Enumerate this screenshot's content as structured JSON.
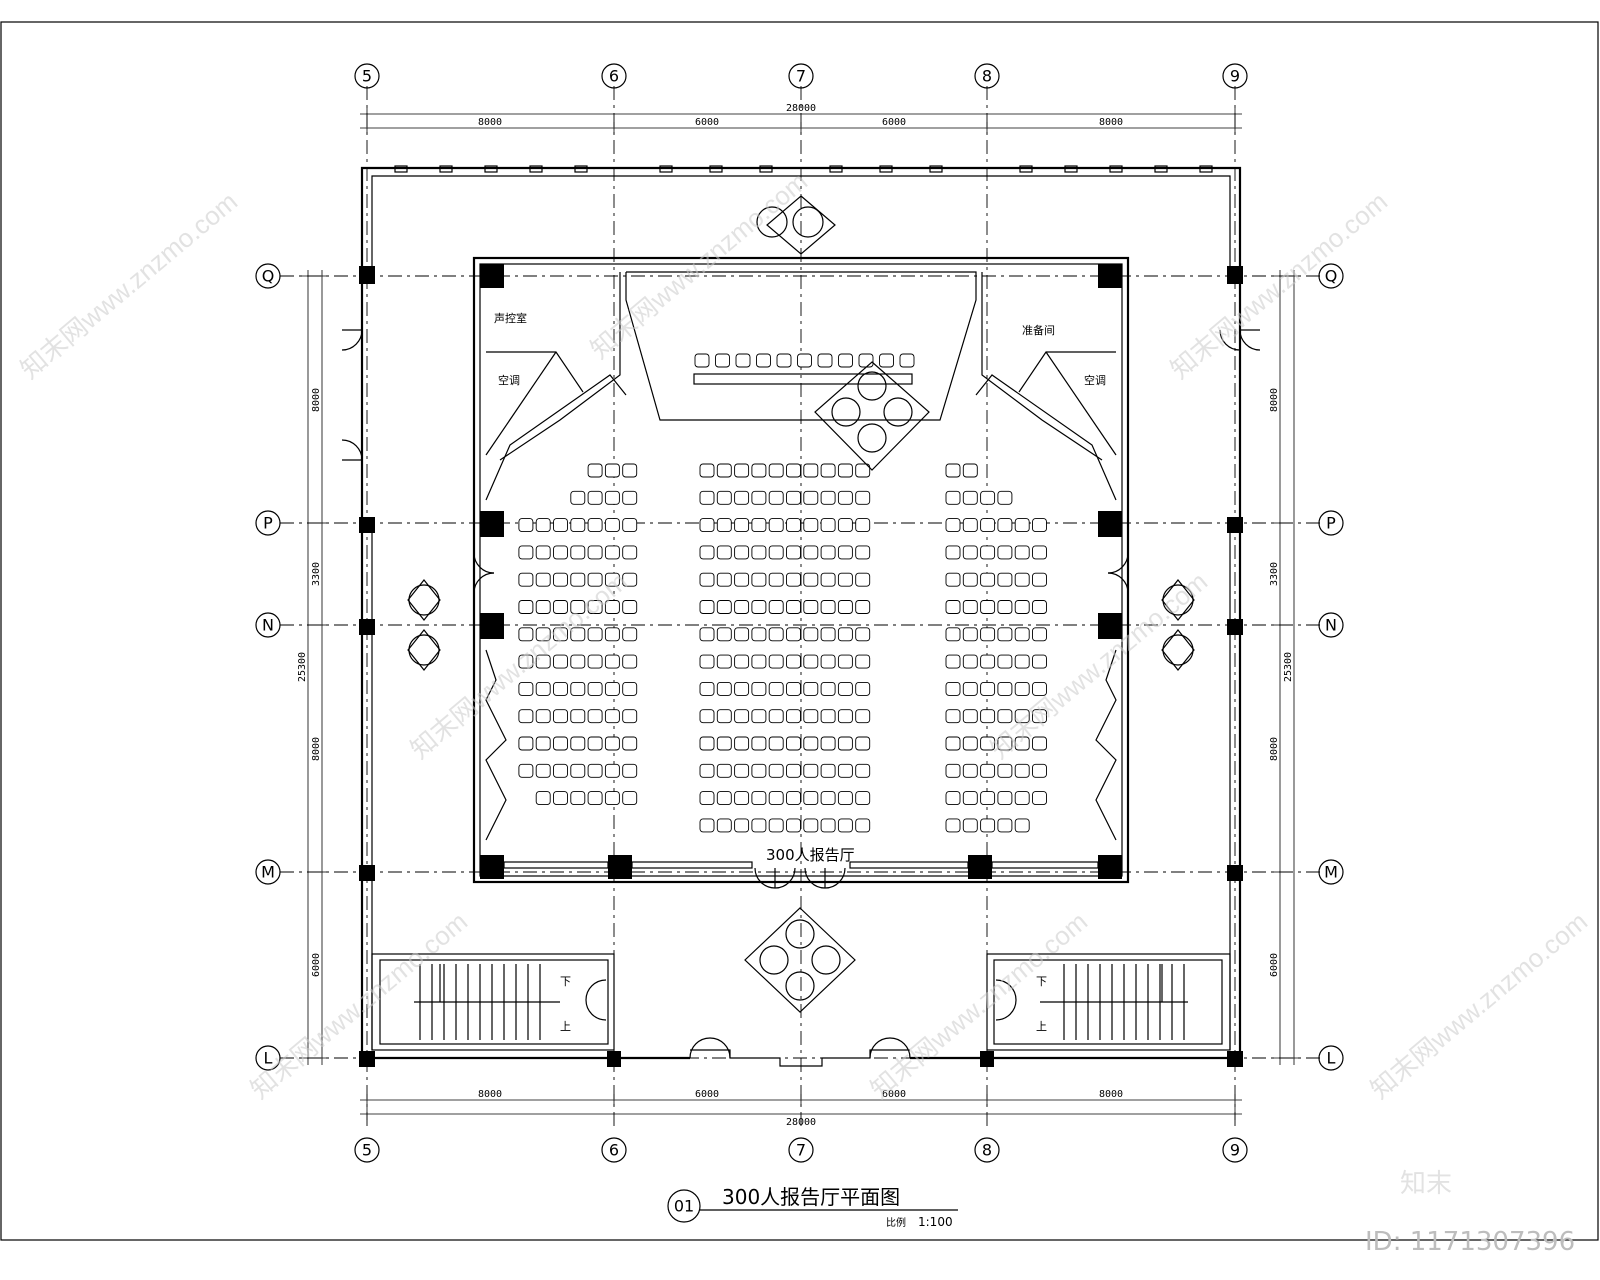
{
  "grid_top": [
    "5",
    "6",
    "7",
    "8",
    "9"
  ],
  "grid_bottom": [
    "5",
    "6",
    "7",
    "8",
    "9"
  ],
  "grid_left": [
    "Q",
    "P",
    "N",
    "M",
    "L"
  ],
  "grid_right": [
    "Q",
    "P",
    "N",
    "M",
    "L"
  ],
  "dims_top": [
    "8000",
    "6000",
    "6000",
    "8000"
  ],
  "dims_top_total": "28000",
  "dims_bottom": [
    "8000",
    "6000",
    "6000",
    "8000"
  ],
  "dims_bottom_total": "28000",
  "dims_left": [
    "8000",
    "3300",
    "8000",
    "6000"
  ],
  "dims_left_total": "25300",
  "dims_right": [
    "8000",
    "3300",
    "8000",
    "6000"
  ],
  "dims_right_total": "25300",
  "rooms": {
    "control_room": "声控室",
    "ac_left": "空调",
    "prep_room": "准备间",
    "ac_right": "空调",
    "hall_label": "300人报告厅",
    "stair_down_left": "下",
    "stair_up_left": "上",
    "stair_down_right": "下",
    "stair_up_right": "上"
  },
  "title_block": {
    "number": "01",
    "title": "300人报告厅平面图",
    "scale_label": "比例",
    "scale_value": "1:100"
  },
  "watermark": {
    "logo": "知末",
    "id_text": "ID: 1171307396",
    "site": "知末网www.znzmo.com"
  },
  "seating": {
    "front_row_count": 11,
    "left_block_rows": [
      3,
      4,
      7,
      7,
      7,
      7,
      7,
      7,
      7,
      7,
      7,
      7,
      6
    ],
    "center_block_rows": [
      10,
      10,
      10,
      10,
      10,
      10,
      10,
      10,
      10,
      10,
      10,
      10,
      10,
      10
    ],
    "right_block_rows": [
      2,
      4,
      6,
      6,
      6,
      6,
      6,
      6,
      6,
      6,
      6,
      6,
      6,
      5
    ]
  }
}
